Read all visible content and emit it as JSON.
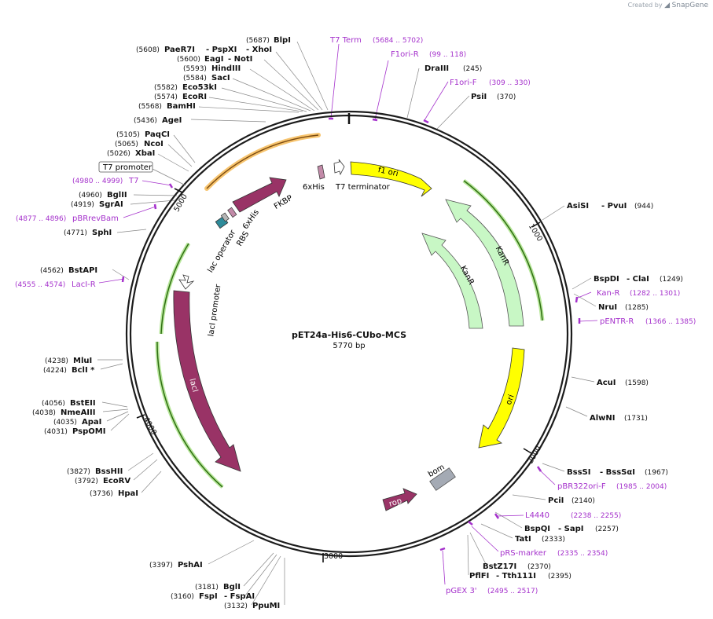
{
  "credit": {
    "prefix": "Created by",
    "brand": "SnapGene"
  },
  "plasmid": {
    "name": "pET24a-His6-CUbo-MCS",
    "length_label": "5770 bp",
    "length": 5770
  },
  "ticks": [
    "1000",
    "2000",
    "3000",
    "4000",
    "5000"
  ],
  "features": [
    {
      "name": "f1 ori",
      "label": "f1 ori",
      "color": "#ffff00"
    },
    {
      "name": "KanR",
      "label": "KanR",
      "color": "#c8f7c5"
    },
    {
      "name": "KanR",
      "label": "KanR",
      "color": "#c8f7c5"
    },
    {
      "name": "ori",
      "label": "ori",
      "color": "#ffff00"
    },
    {
      "name": "bom",
      "label": "bom",
      "color": "#9aa1ab"
    },
    {
      "name": "rop",
      "label": "rop",
      "color": "#993366"
    },
    {
      "name": "lacI",
      "label": "lacI",
      "color": "#993366"
    },
    {
      "name": "lacI promoter",
      "label": "lacI promoter",
      "color": "#ffffff"
    },
    {
      "name": "lac operator",
      "label": "lac operator",
      "color": "#2e8b9a"
    },
    {
      "name": "RBS",
      "label": "RBS",
      "color": "#b0b0b0"
    },
    {
      "name": "6xHis",
      "label": "6xHis",
      "color": "#c28aa8"
    },
    {
      "name": "FKBP",
      "label": "FKBP",
      "color": "#993366"
    },
    {
      "name": "6xHis",
      "label": "6xHis",
      "color": "#c28aa8"
    },
    {
      "name": "T7 terminator",
      "label": "T7 terminator",
      "color": "#ffffff"
    }
  ],
  "sites": [
    {
      "name": "BlpI",
      "pos": "(5687)"
    },
    {
      "name": "PaeR7I",
      "name2": "- PspXI",
      "name3": "- XhoI",
      "pos": "(5608)"
    },
    {
      "name": "EagI",
      "name2": "- NotI",
      "pos": "(5600)"
    },
    {
      "name": "HindIII",
      "pos": "(5593)"
    },
    {
      "name": "SacI",
      "pos": "(5584)"
    },
    {
      "name": "Eco53kI",
      "pos": "(5582)"
    },
    {
      "name": "EcoRI",
      "pos": "(5574)"
    },
    {
      "name": "BamHI",
      "pos": "(5568)"
    },
    {
      "name": "AgeI",
      "pos": "(5436)"
    },
    {
      "name": "PaqCI",
      "pos": "(5105)"
    },
    {
      "name": "NcoI",
      "pos": "(5065)"
    },
    {
      "name": "XbaI",
      "pos": "(5026)"
    },
    {
      "name": "BglII",
      "pos": "(4960)"
    },
    {
      "name": "SgrAI",
      "pos": "(4919)"
    },
    {
      "name": "SphI",
      "pos": "(4771)"
    },
    {
      "name": "BstAPI",
      "pos": "(4562)"
    },
    {
      "name": "MluI",
      "pos": "(4238)"
    },
    {
      "name": "BclI *",
      "pos": "(4224)"
    },
    {
      "name": "BstEII",
      "pos": "(4056)"
    },
    {
      "name": "NmeAIII",
      "pos": "(4038)"
    },
    {
      "name": "ApaI",
      "pos": "(4035)"
    },
    {
      "name": "PspOMI",
      "pos": "(4031)"
    },
    {
      "name": "BssHII",
      "pos": "(3827)"
    },
    {
      "name": "EcoRV",
      "pos": "(3792)"
    },
    {
      "name": "HpaI",
      "pos": "(3736)"
    },
    {
      "name": "PshAI",
      "pos": "(3397)"
    },
    {
      "name": "BglI",
      "pos": "(3181)"
    },
    {
      "name": "FspI",
      "name2": "- FspAI",
      "pos": "(3160)"
    },
    {
      "name": "PpuMI",
      "pos": "(3132)"
    },
    {
      "name": "DraIII",
      "pos": "(245)"
    },
    {
      "name": "PsiI",
      "pos": "(370)"
    },
    {
      "name": "AsiSI",
      "name2": "- PvuI",
      "pos": "(944)"
    },
    {
      "name": "BspDI",
      "name2": "- ClaI",
      "pos": "(1249)"
    },
    {
      "name": "NruI",
      "pos": "(1285)"
    },
    {
      "name": "AcuI",
      "pos": "(1598)"
    },
    {
      "name": "AlwNI",
      "pos": "(1731)"
    },
    {
      "name": "BssSI",
      "name2": "- BssSαI",
      "pos": "(1967)"
    },
    {
      "name": "PciI",
      "pos": "(2140)"
    },
    {
      "name": "BspQI",
      "name2": "- SapI",
      "pos": "(2257)"
    },
    {
      "name": "TatI",
      "pos": "(2333)"
    },
    {
      "name": "BstZ17I",
      "pos": "(2370)"
    },
    {
      "name": "PflFI",
      "name2": "- Tth111I",
      "pos": "(2395)"
    }
  ],
  "primers": [
    {
      "name": "T7 Term",
      "pos": "(5684 .. 5702)"
    },
    {
      "name": "F1ori-R",
      "pos": "(99 .. 118)"
    },
    {
      "name": "F1ori-F",
      "pos": "(309 .. 330)"
    },
    {
      "name": "T7",
      "pos": "(4980 .. 4999)"
    },
    {
      "name": "pBRrevBam",
      "pos": "(4877 .. 4896)"
    },
    {
      "name": "LacI-R",
      "pos": "(4555 .. 4574)"
    },
    {
      "name": "Kan-R",
      "pos": "(1282 .. 1301)"
    },
    {
      "name": "pENTR-R",
      "pos": "(1366 .. 1385)"
    },
    {
      "name": "pBR322ori-F",
      "pos": "(1985 .. 2004)"
    },
    {
      "name": "L4440",
      "pos": "(2238 .. 2255)"
    },
    {
      "name": "pRS-marker",
      "pos": "(2335 .. 2354)"
    },
    {
      "name": "pGEX 3'",
      "pos": "(2495 .. 2517)"
    }
  ],
  "boxed": {
    "t7_promoter": "T7 promoter"
  },
  "colors": {
    "primer": "#a532cc",
    "backbone": "#222222",
    "green_track": "#3a8f1c",
    "orange_track": "#f5a623"
  }
}
